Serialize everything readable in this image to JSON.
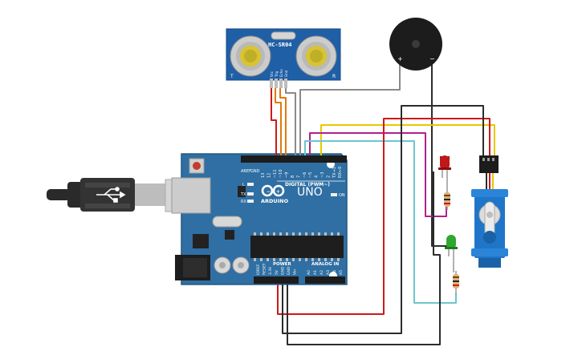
{
  "sensor": {
    "model": "HC-SR04",
    "left_mark": "T",
    "right_mark": "R",
    "pins": [
      "Vcc",
      "Trig",
      "Echo",
      "Gnd"
    ]
  },
  "buzzer": {
    "plus": "+",
    "minus": "−"
  },
  "arduino": {
    "brand": "ARDUINO",
    "model": "UNO",
    "digital_label": "DIGITAL (PWM~)",
    "power_label": "POWER",
    "analog_label": "ANALOG IN",
    "on_label": "ON",
    "l_label": "L",
    "tx_label": "TX",
    "rx_label": "RX",
    "aref": "AREF",
    "gnd": "GND",
    "digital_pins": [
      "13",
      "12",
      "~11",
      "~10",
      "~9",
      "8",
      "7",
      "~6",
      "~5",
      "4",
      "~3",
      "2",
      "TX→1",
      "RX←0"
    ],
    "power_pins": [
      "IOREF",
      "RESET",
      "3.3V",
      "5V",
      "GND",
      "GND",
      "Vin"
    ],
    "analog_pins": [
      "A0",
      "A1",
      "A2",
      "A3",
      "A4",
      "A5"
    ]
  },
  "colors": {
    "board": "#2f6fa3",
    "board_dark": "#24587f",
    "wire_orange": "#e07a10",
    "wire_red": "#d01818",
    "wire_yellow": "#e8c800",
    "wire_magenta": "#b0208f",
    "wire_cyan": "#6cc6cc",
    "wire_black": "#2c2c2c",
    "wire_gray": "#8a8a8a",
    "led_red": "#c01818",
    "led_green": "#2ea82e",
    "servo": "#1f75c8"
  }
}
